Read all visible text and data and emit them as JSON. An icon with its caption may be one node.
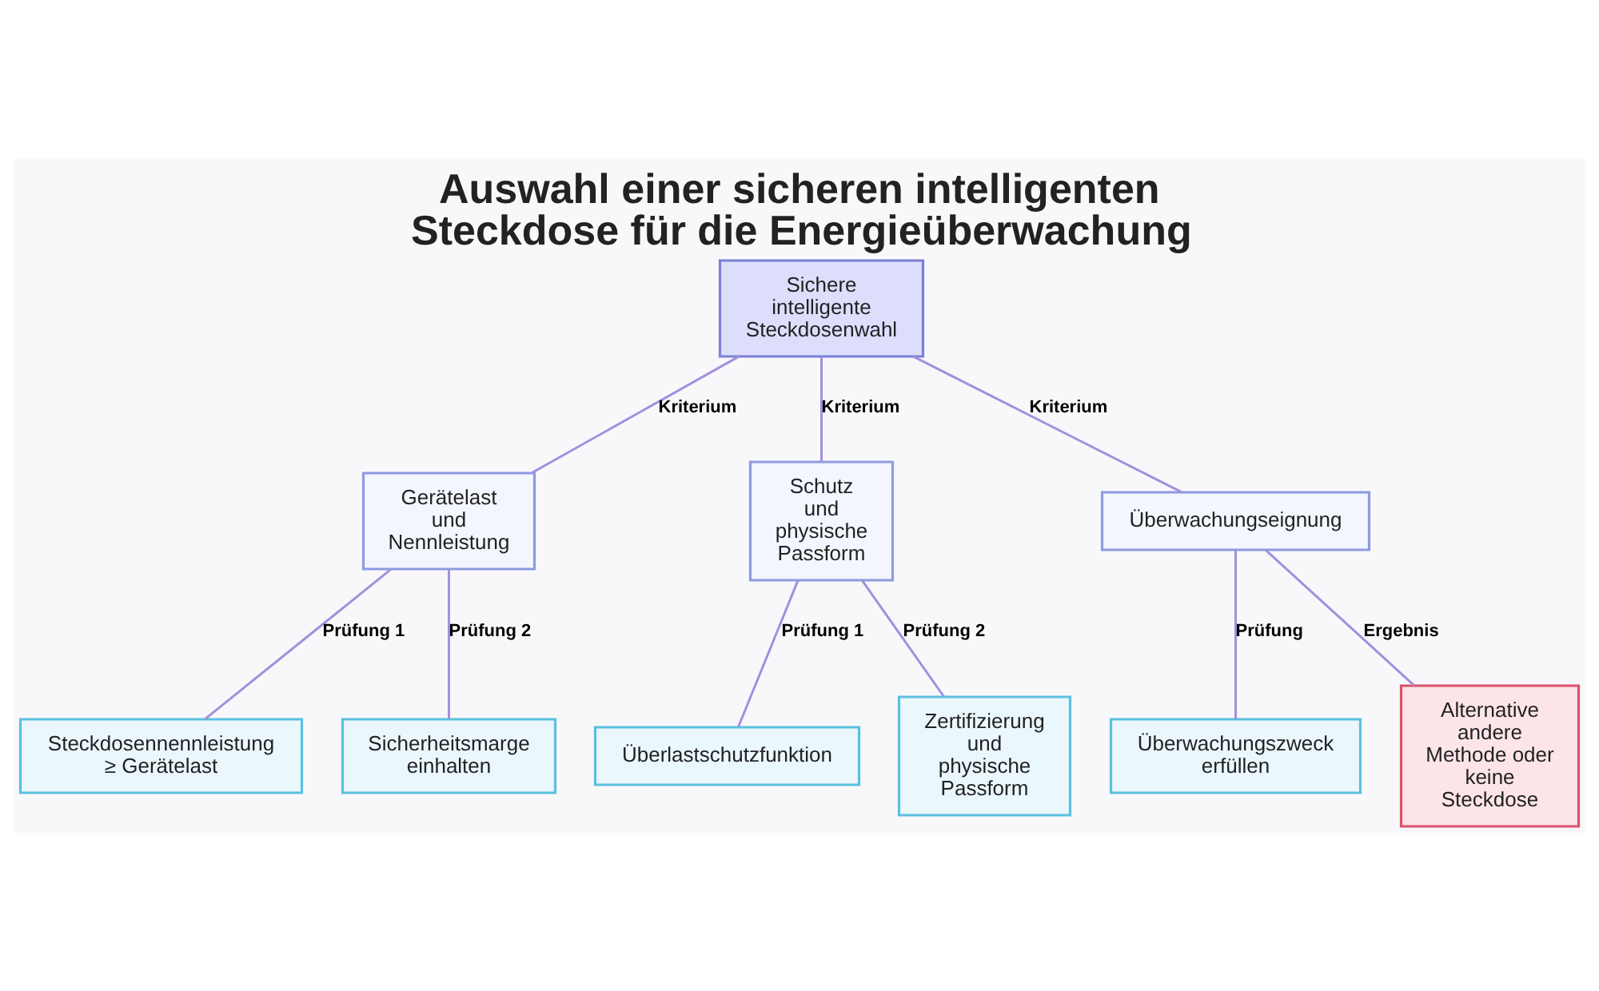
{
  "diagram": {
    "title": "Auswahl einer sicheren intelligenten Steckdose für die Energieüberwachung",
    "nodes": [
      {
        "text": [
          "Sichere intelligente Steckdosenwahl"
        ]
      },
      {
        "text": [
          "Gerätelast und Nennleistung"
        ]
      },
      {
        "text": [
          "Schutz und physische Passform"
        ]
      },
      {
        "text": [
          "Überwachungseignung"
        ]
      },
      {
        "text": [
          "Steckdosennennleistung ≥ Gerätelast"
        ]
      },
      {
        "text": [
          "Sicherheitsmarge einhalten"
        ]
      },
      {
        "text": [
          "Überlastschutzfunktion"
        ]
      },
      {
        "text": [
          "Zertifizierung und physische Passform"
        ]
      },
      {
        "text": [
          "Überwachungszweck erfüllen"
        ]
      },
      {
        "text": [
          "Alternative andere Methode oder keine Steckdose"
        ]
      }
    ],
    "edges": [
      {
        "from": 0,
        "to": 1,
        "arrow": "none",
        "label": "Kriterium"
      },
      {
        "from": 0,
        "to": 2,
        "arrow": "none",
        "label": "Kriterium"
      },
      {
        "from": 0,
        "to": 3,
        "arrow": "none",
        "label": "Kriterium"
      },
      {
        "from": 1,
        "to": 4,
        "arrow": "none",
        "label": "Prüfung 1"
      },
      {
        "from": 1,
        "to": 5,
        "arrow": "none",
        "label": "Prüfung 2"
      },
      {
        "from": 2,
        "to": 6,
        "arrow": "none",
        "label": "Prüfung 1"
      },
      {
        "from": 2,
        "to": 7,
        "arrow": "none",
        "label": "Prüfung 2"
      },
      {
        "from": 3,
        "to": 8,
        "arrow": "none",
        "label": "Prüfung"
      },
      {
        "from": 3,
        "to": 9,
        "arrow": "none",
        "label": "Ergebnis"
      }
    ]
  }
}
